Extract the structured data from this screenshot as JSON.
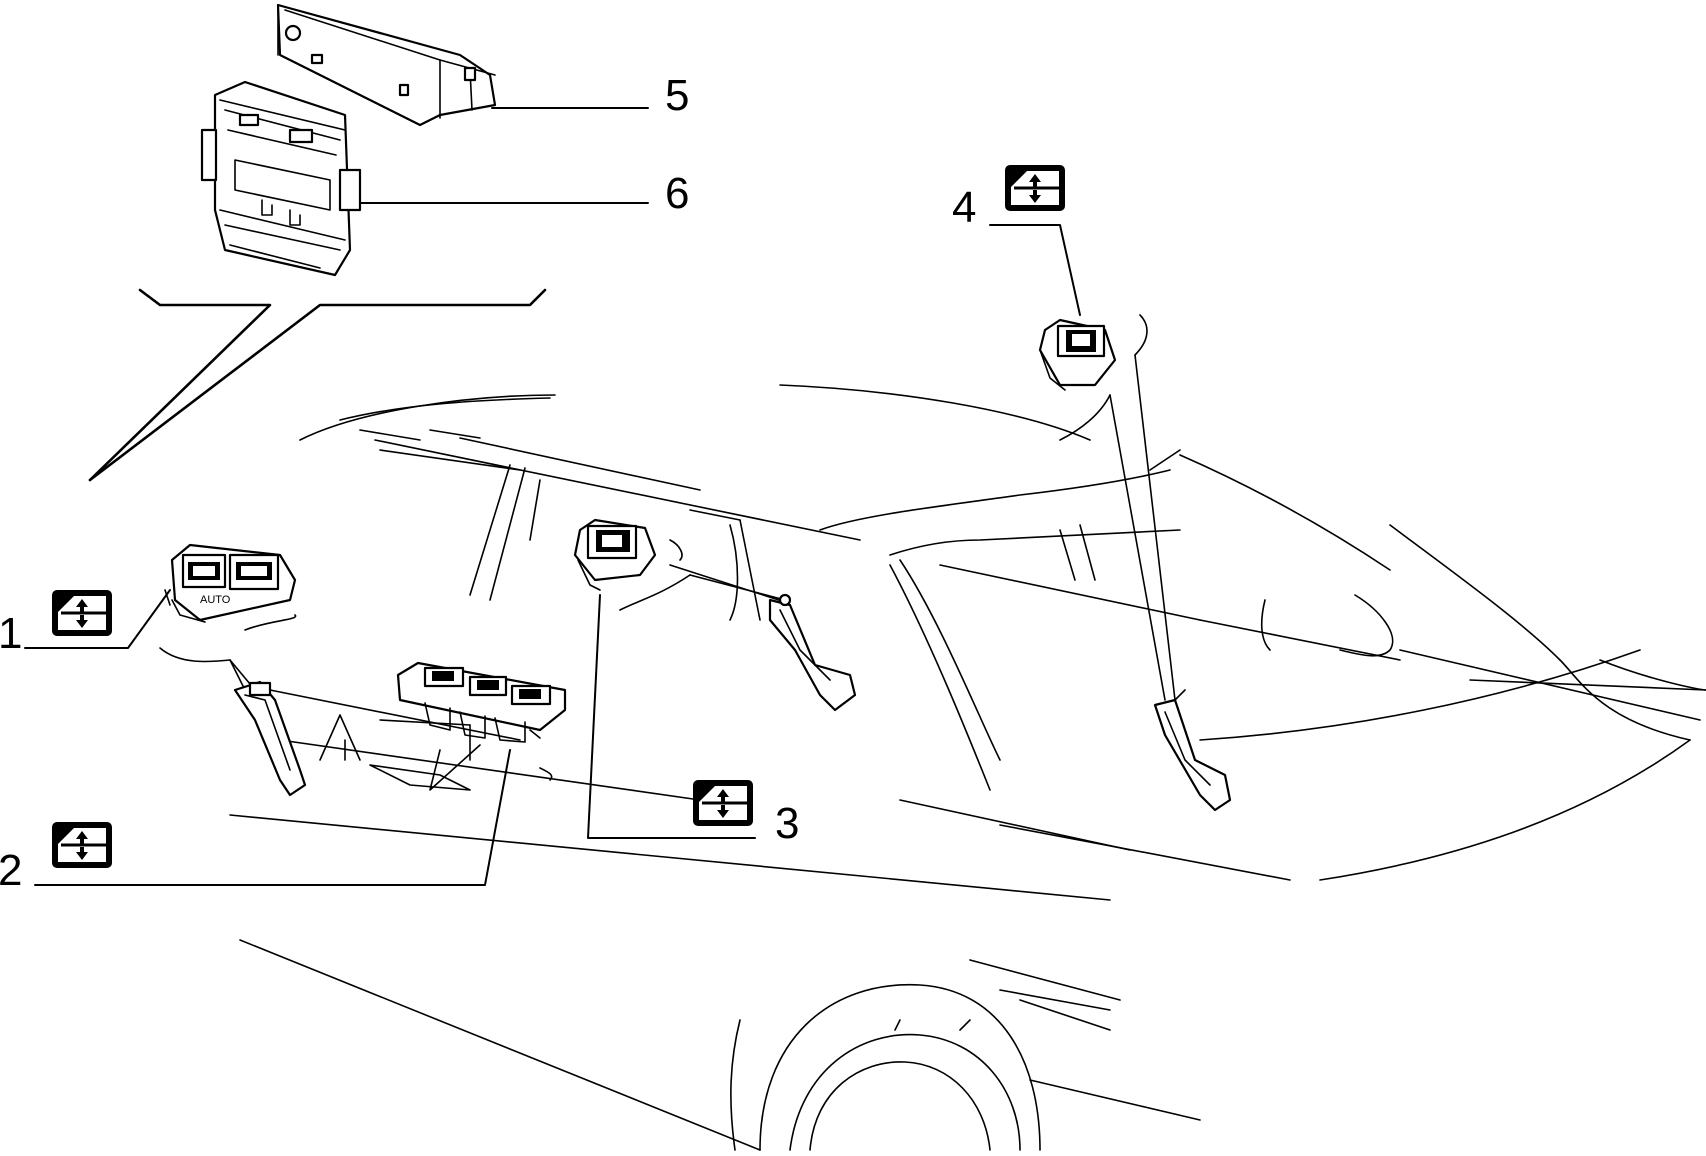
{
  "callouts": [
    {
      "id": "1",
      "label": "1",
      "has_icon": true
    },
    {
      "id": "2",
      "label": "2",
      "has_icon": true
    },
    {
      "id": "3",
      "label": "3",
      "has_icon": true
    },
    {
      "id": "4",
      "label": "4",
      "has_icon": true
    },
    {
      "id": "5",
      "label": "5",
      "has_icon": false
    },
    {
      "id": "6",
      "label": "6",
      "has_icon": false
    }
  ],
  "icons": {
    "window_symbol": "power-window-up-down-icon"
  },
  "colors": {
    "line": "#000000",
    "background": "#ffffff"
  }
}
